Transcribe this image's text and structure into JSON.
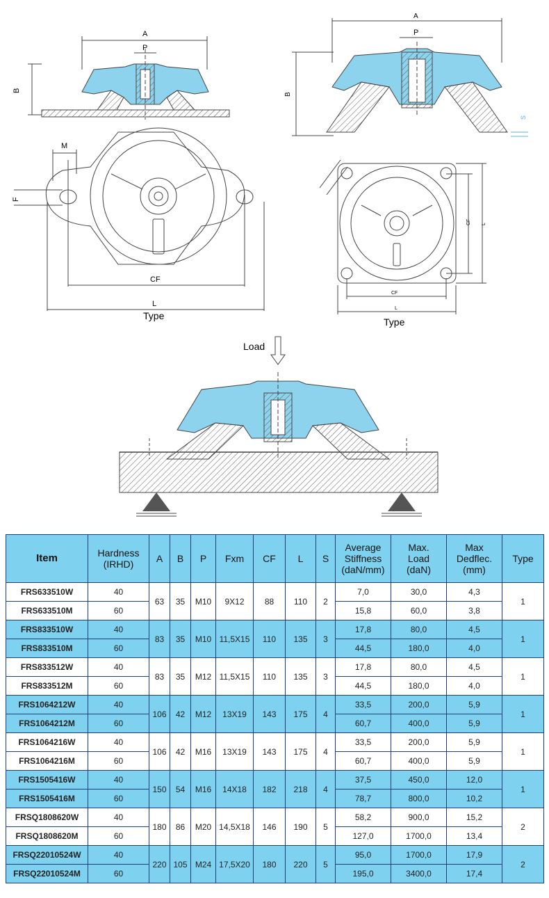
{
  "diagram": {
    "dim_labels": {
      "A": "A",
      "P": "P",
      "B": "B",
      "M": "M",
      "F": "F",
      "CF": "CF",
      "L": "L",
      "S": "S"
    },
    "type_label": "Type",
    "load_label": "Load"
  },
  "table": {
    "headers": [
      "Item",
      "Hardness\n(IRHD)",
      "A",
      "B",
      "P",
      "Fxm",
      "CF",
      "L",
      "S",
      "Average\nStiffness\n(daN/mm)",
      "Max.\nLoad\n(daN)",
      "Max\nDedflec.\n(mm)",
      "Type"
    ],
    "groups": [
      {
        "A": "63",
        "B": "35",
        "P": "M10",
        "Fxm": "9X12",
        "CF": "88",
        "L": "110",
        "S": "2",
        "type": "1",
        "color": "white",
        "rows": [
          {
            "item": "FRS633510W",
            "hardness": "40",
            "stiff": "7,0",
            "load": "30,0",
            "defl": "4,3"
          },
          {
            "item": "FRS633510M",
            "hardness": "60",
            "stiff": "15,8",
            "load": "60,0",
            "defl": "3,8"
          }
        ]
      },
      {
        "A": "83",
        "B": "35",
        "P": "M10",
        "Fxm": "11,5X15",
        "CF": "110",
        "L": "135",
        "S": "3",
        "type": "1",
        "color": "blue",
        "rows": [
          {
            "item": "FRS833510W",
            "hardness": "40",
            "stiff": "17,8",
            "load": "80,0",
            "defl": "4,5"
          },
          {
            "item": "FRS833510M",
            "hardness": "60",
            "stiff": "44,5",
            "load": "180,0",
            "defl": "4,0"
          }
        ]
      },
      {
        "A": "83",
        "B": "35",
        "P": "M12",
        "Fxm": "11,5X15",
        "CF": "110",
        "L": "135",
        "S": "3",
        "type": "1",
        "color": "white",
        "rows": [
          {
            "item": "FRS833512W",
            "hardness": "40",
            "stiff": "17,8",
            "load": "80,0",
            "defl": "4,5"
          },
          {
            "item": "FRS833512M",
            "hardness": "60",
            "stiff": "44,5",
            "load": "180,0",
            "defl": "4,0"
          }
        ]
      },
      {
        "A": "106",
        "B": "42",
        "P": "M12",
        "Fxm": "13X19",
        "CF": "143",
        "L": "175",
        "S": "4",
        "type": "1",
        "color": "blue",
        "rows": [
          {
            "item": "FRS1064212W",
            "hardness": "40",
            "stiff": "33,5",
            "load": "200,0",
            "defl": "5,9"
          },
          {
            "item": "FRS1064212M",
            "hardness": "60",
            "stiff": "60,7",
            "load": "400,0",
            "defl": "5,9"
          }
        ]
      },
      {
        "A": "106",
        "B": "42",
        "P": "M16",
        "Fxm": "13X19",
        "CF": "143",
        "L": "175",
        "S": "4",
        "type": "1",
        "color": "white",
        "rows": [
          {
            "item": "FRS1064216W",
            "hardness": "40",
            "stiff": "33,5",
            "load": "200,0",
            "defl": "5,9"
          },
          {
            "item": "FRS1064216M",
            "hardness": "60",
            "stiff": "60,7",
            "load": "400,0",
            "defl": "5,9"
          }
        ]
      },
      {
        "A": "150",
        "B": "54",
        "P": "M16",
        "Fxm": "14X18",
        "CF": "182",
        "L": "218",
        "S": "4",
        "type": "1",
        "color": "blue",
        "rows": [
          {
            "item": "FRS1505416W",
            "hardness": "40",
            "stiff": "37,5",
            "load": "450,0",
            "defl": "12,0"
          },
          {
            "item": "FRS1505416M",
            "hardness": "60",
            "stiff": "78,7",
            "load": "800,0",
            "defl": "10,2"
          }
        ]
      },
      {
        "A": "180",
        "B": "86",
        "P": "M20",
        "Fxm": "14,5X18",
        "CF": "146",
        "L": "190",
        "S": "5",
        "type": "2",
        "color": "white",
        "rows": [
          {
            "item": "FRSQ1808620W",
            "hardness": "40",
            "stiff": "58,2",
            "load": "900,0",
            "defl": "15,2"
          },
          {
            "item": "FRSQ1808620M",
            "hardness": "60",
            "stiff": "127,0",
            "load": "1700,0",
            "defl": "13,4"
          }
        ]
      },
      {
        "A": "220",
        "B": "105",
        "P": "M24",
        "Fxm": "17,5X20",
        "CF": "180",
        "L": "220",
        "S": "5",
        "type": "2",
        "color": "blue",
        "rows": [
          {
            "item": "FRSQ22010524W",
            "hardness": "40",
            "stiff": "95,0",
            "load": "1700,0",
            "defl": "17,9"
          },
          {
            "item": "FRSQ22010524M",
            "hardness": "60",
            "stiff": "195,0",
            "load": "3400,0",
            "defl": "17,4"
          }
        ]
      }
    ]
  }
}
